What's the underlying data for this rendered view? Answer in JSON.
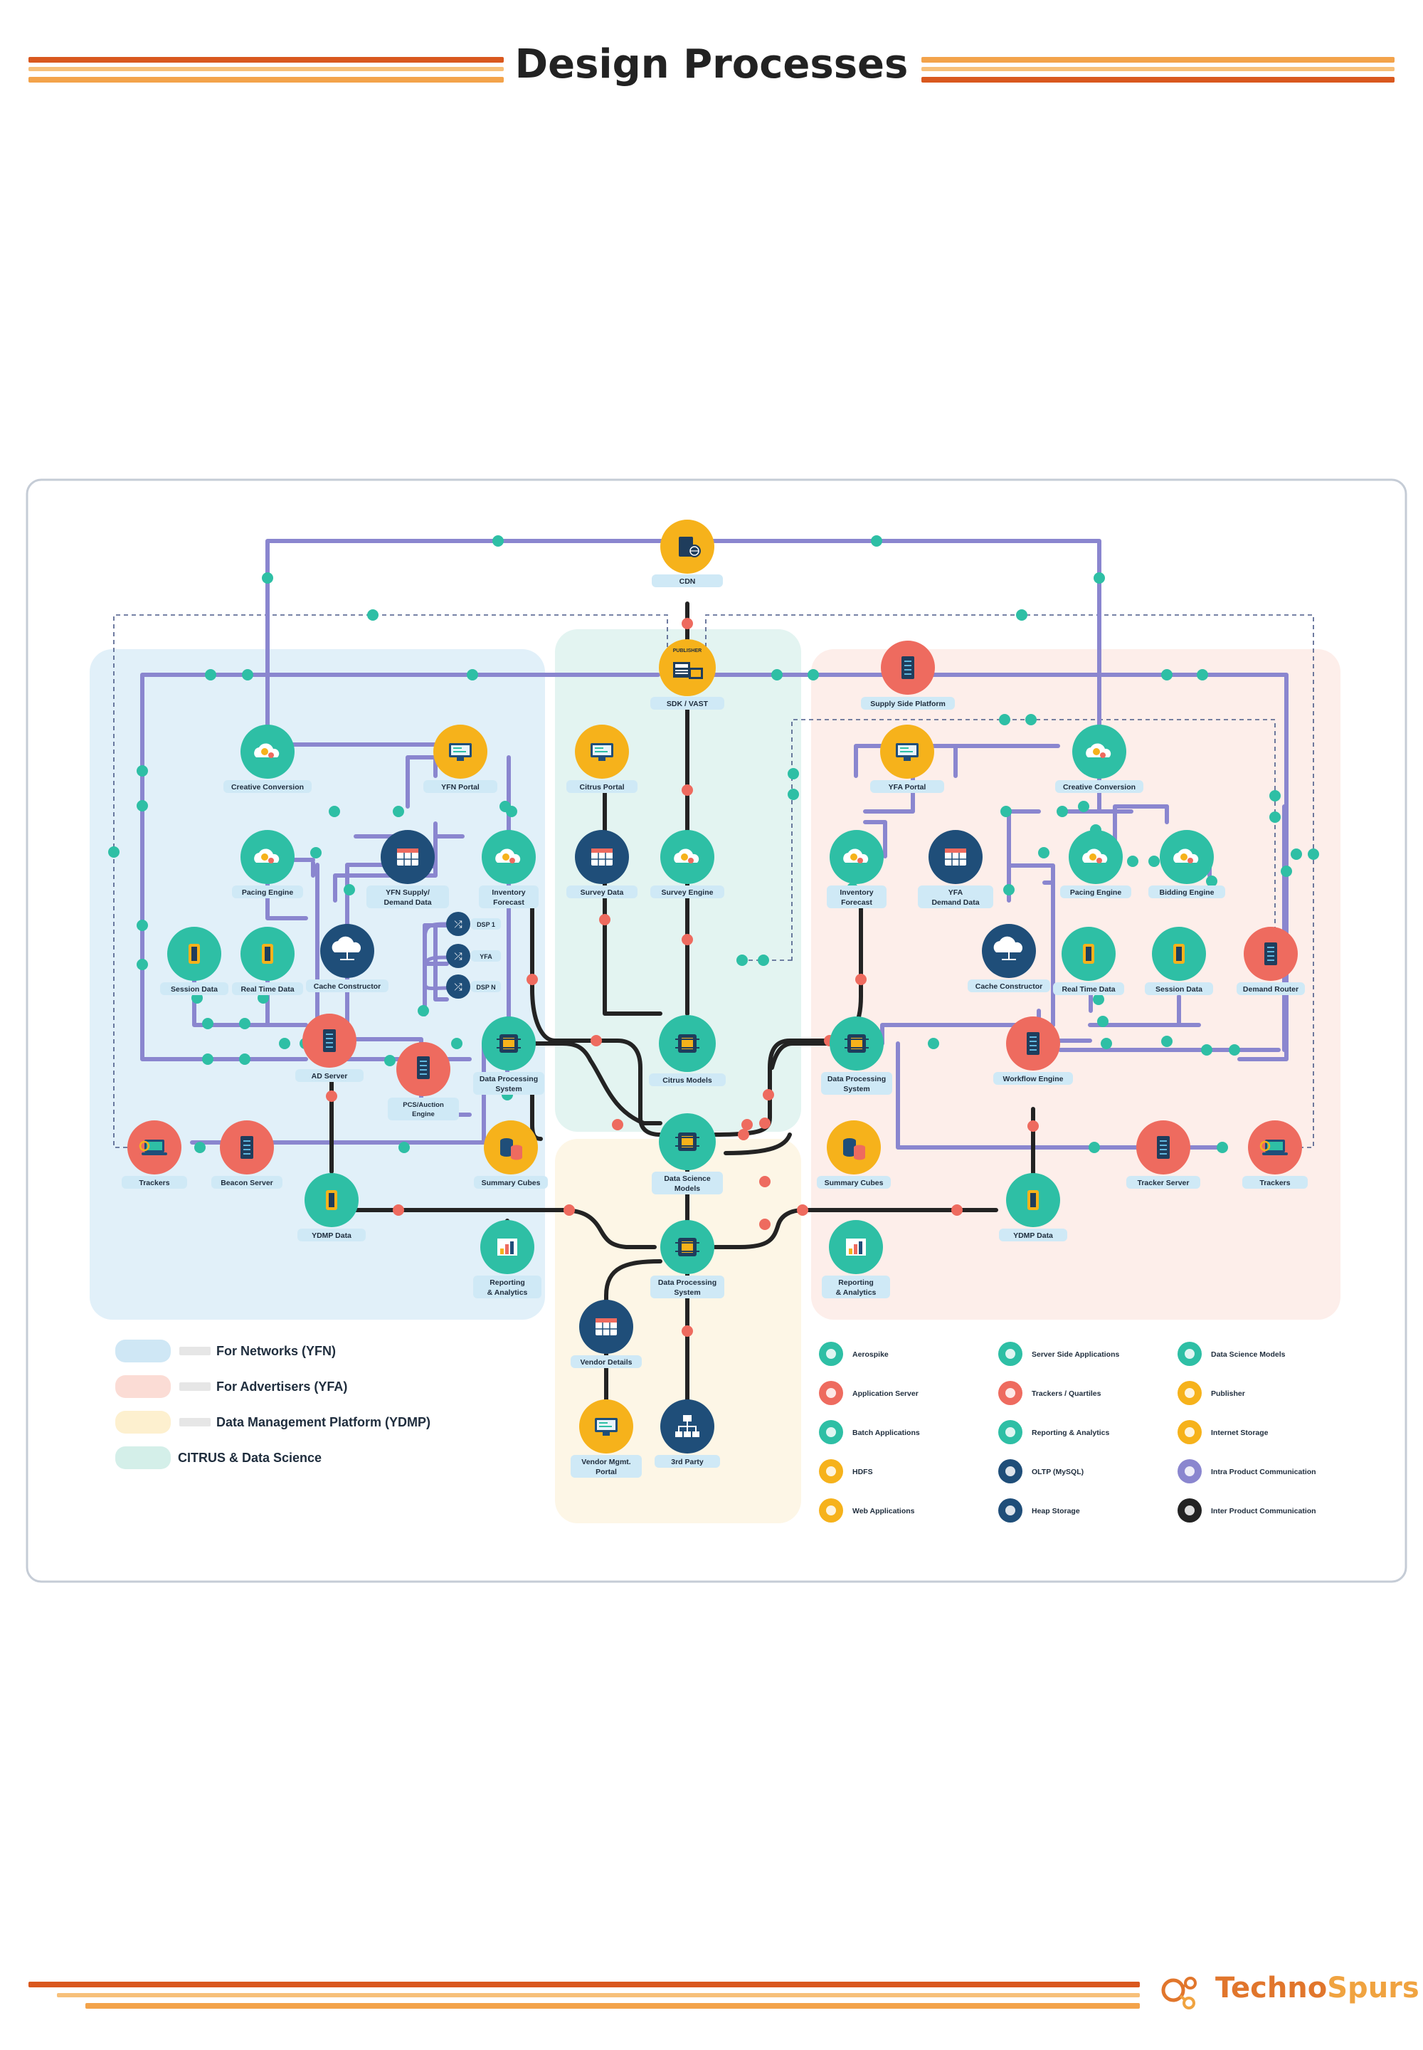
{
  "title": "Design Processes",
  "brand": {
    "part1": "Techno",
    "part2": "Spurs"
  },
  "colors": {
    "yfn_bg": "#e1f0f9",
    "yfa_bg": "#fdeeea",
    "ydmp_bg": "#fdf6e6",
    "citrus_bg": "#e3f4f1",
    "intra": "#8a86cf",
    "inter": "#232323",
    "teal": "#2ebfa5",
    "red": "#ee6b5f",
    "yellow": "#f6b21b",
    "navy": "#1f4e79",
    "stripe_dark": "#d9581e",
    "stripe_light": "#f3a34b"
  },
  "nodes": {
    "cdn": "CDN",
    "publisher_tag": "PUBLISHER",
    "sdk_vast": "SDK / VAST",
    "supply_side_platform": "Supply Side Platform",
    "yfn_creative_conversion": "Creative Conversion",
    "yfn_portal": "YFN Portal",
    "citrus_portal": "Citrus Portal",
    "yfa_portal": "YFA Portal",
    "yfa_creative_conversion": "Creative Conversion",
    "yfn_pacing_engine": "Pacing Engine",
    "yfn_supply_demand_1": "YFN Supply/",
    "yfn_supply_demand_2": "Demand Data",
    "yfn_inventory_forecast_1": "Inventory",
    "yfn_inventory_forecast_2": "Forecast",
    "survey_data": "Survey Data",
    "survey_engine": "Survey Engine",
    "yfa_inventory_forecast_1": "Inventory",
    "yfa_inventory_forecast_2": "Forecast",
    "yfa_demand_data_1": "YFA",
    "yfa_demand_data_2": "Demand Data",
    "yfa_pacing_engine": "Pacing Engine",
    "bidding_engine": "Bidding Engine",
    "yfn_session_data": "Session Data",
    "yfn_real_time_data": "Real Time Data",
    "yfn_cache_constructor": "Cache Constructor",
    "dsp1": "DSP 1",
    "dsp_yfa": "YFA",
    "dspn": "DSP N",
    "yfa_cache_constructor": "Cache Constructor",
    "yfa_real_time_data": "Real Time Data",
    "yfa_session_data": "Session Data",
    "demand_router": "Demand Router",
    "ad_server": "AD Server",
    "pcs_1": "PCS/Auction",
    "pcs_2": "Engine",
    "yfn_dps_1": "Data Processing",
    "yfn_dps_2": "System",
    "citrus_models": "Citrus Models",
    "yfa_dps_1": "Data Processing",
    "yfa_dps_2": "System",
    "workflow_engine": "Workflow Engine",
    "yfn_trackers": "Trackers",
    "beacon_server": "Beacon Server",
    "yfn_summary_cubes": "Summary Cubes",
    "ds_models_1": "Data Science",
    "ds_models_2": "Models",
    "yfa_summary_cubes": "Summary Cubes",
    "tracker_server": "Tracker Server",
    "yfa_trackers": "Trackers",
    "yfn_ydmp_data": "YDMP Data",
    "yfa_ydmp_data": "YDMP Data",
    "yfn_reporting_1": "Reporting",
    "yfn_reporting_2": "& Analytics",
    "ydmp_dps_1": "Data Processing",
    "ydmp_dps_2": "System",
    "yfa_reporting_1": "Reporting",
    "yfa_reporting_2": "& Analytics",
    "vendor_details": "Vendor Details",
    "vendor_portal_1": "Vendor Mgmt.",
    "vendor_portal_2": "Portal",
    "third_party": "3rd Party"
  },
  "legend_areas": [
    {
      "label": "For Networks (YFN)",
      "color": "#cfe7f5"
    },
    {
      "label": "For Advertisers (YFA)",
      "color": "#fbdcd5"
    },
    {
      "label": "Data Management Platform (YDMP)",
      "color": "#fdf0cf"
    },
    {
      "label": "CITRUS & Data Science",
      "color": "#d4efe9"
    }
  ],
  "legend_icons": [
    {
      "label": "Aerospike",
      "icon": "aerospike-icon",
      "color": "#2ebfa5"
    },
    {
      "label": "Server Side Applications",
      "icon": "cloud-gear-icon",
      "color": "#2ebfa5"
    },
    {
      "label": "Data Science Models",
      "icon": "chip-icon",
      "color": "#2ebfa5"
    },
    {
      "label": "Application Server",
      "icon": "server-icon",
      "color": "#ee6b5f"
    },
    {
      "label": "Trackers / Quartiles",
      "icon": "laptop-search-icon",
      "color": "#ee6b5f"
    },
    {
      "label": "Publisher",
      "icon": "publisher-icon",
      "color": "#f6b21b"
    },
    {
      "label": "Batch Applications",
      "icon": "cpu-icon",
      "color": "#2ebfa5"
    },
    {
      "label": "Reporting & Analytics",
      "icon": "analytics-icon",
      "color": "#2ebfa5"
    },
    {
      "label": "Internet Storage",
      "icon": "storage-icon",
      "color": "#f6b21b"
    },
    {
      "label": "HDFS",
      "icon": "hdfs-icon",
      "color": "#f6b21b"
    },
    {
      "label": "OLTP (MySQL)",
      "icon": "table-icon",
      "color": "#1f4e79"
    },
    {
      "label": "Intra Product Communication",
      "icon": "intra-arrow-icon",
      "color": "#8a86cf"
    },
    {
      "label": "Web Applications",
      "icon": "web-app-icon",
      "color": "#f6b21b"
    },
    {
      "label": "Heap Storage",
      "icon": "cloud-network-icon",
      "color": "#1f4e79"
    },
    {
      "label": "Inter Product Communication",
      "icon": "inter-arrow-icon",
      "color": "#232323"
    }
  ]
}
